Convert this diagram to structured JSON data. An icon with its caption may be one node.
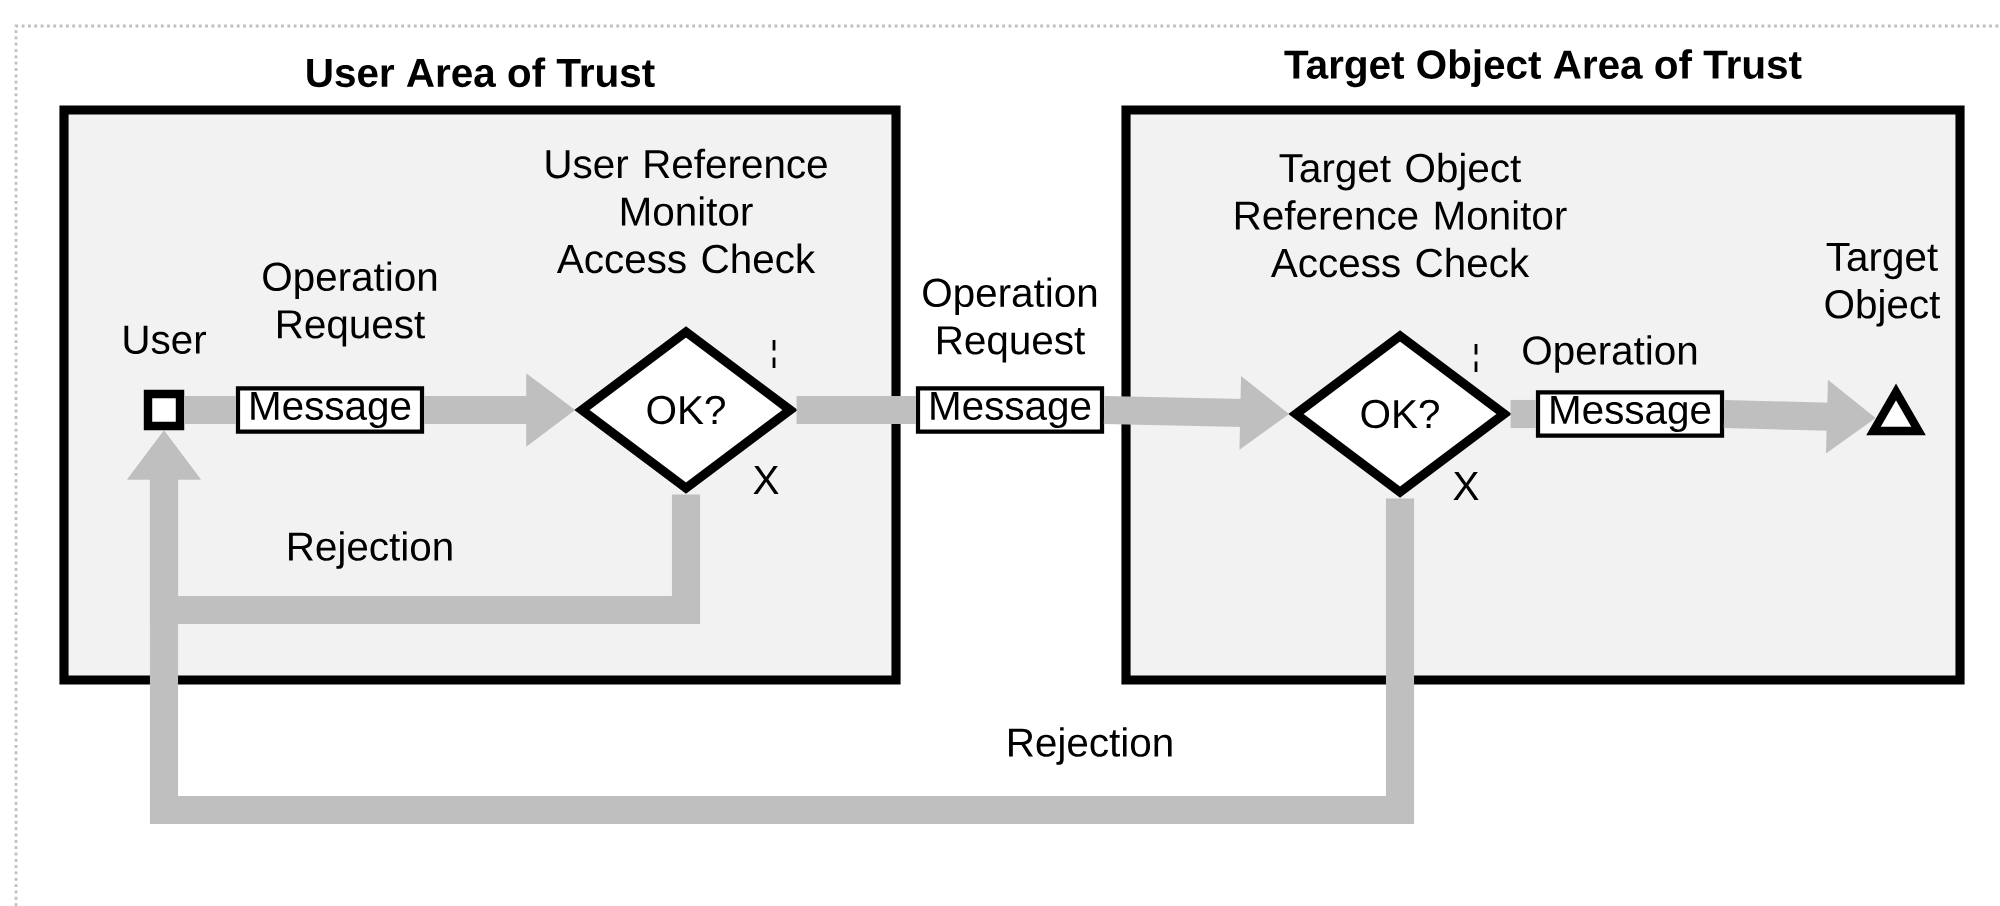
{
  "diagram": {
    "nodes": [
      {
        "text": [
          "User Area of Trust"
        ]
      },
      {
        "text": [
          "User"
        ],
        "in": 0
      },
      {
        "text": [
          "Message"
        ],
        "in": 0
      },
      {
        "text": [
          "User Reference Monitor Access Check",
          "OK?"
        ],
        "in": 0
      },
      {
        "text": [
          "Message"
        ]
      },
      {
        "text": [
          "Target Object Area of Trust"
        ]
      },
      {
        "text": [
          "Target Object Reference Monitor Access Check",
          "OK?"
        ],
        "in": 5
      },
      {
        "text": [
          "Message"
        ],
        "in": 5
      },
      {
        "text": [
          "Target Object"
        ],
        "in": 5
      }
    ],
    "edges": [
      {
        "from": 1,
        "to": 2,
        "arrow": "none"
      },
      {
        "from": 2,
        "to": 3,
        "arrow": "to",
        "label": "Operation Request"
      },
      {
        "from": 3,
        "to": 4,
        "arrow": "none"
      },
      {
        "from": 4,
        "to": 6,
        "arrow": "to",
        "label": "Operation Request"
      },
      {
        "from": 6,
        "to": 7,
        "arrow": "none"
      },
      {
        "from": 7,
        "to": 8,
        "arrow": "to",
        "label": "Operation"
      },
      {
        "from": 3,
        "to": 1,
        "arrow": "to",
        "label": "Rejection"
      },
      {
        "from": 6,
        "to": 1,
        "arrow": "to",
        "label": "Rejection"
      }
    ],
    "labels": [
      "X",
      "X"
    ]
  }
}
